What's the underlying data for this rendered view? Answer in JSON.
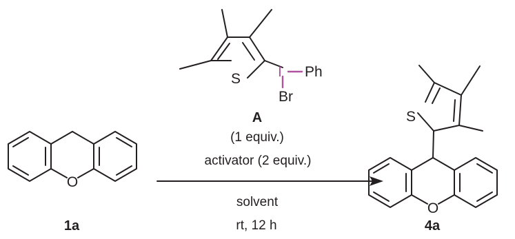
{
  "reagent": {
    "atoms": {
      "sulfur": "S",
      "iodine": "I",
      "phenyl": "Ph",
      "bromine": "Br"
    },
    "label": "A",
    "amount": "(1 equiv.)"
  },
  "conditions": {
    "activator": "activator (2 equiv.)",
    "solvent": "solvent",
    "temperature_time": "rt, 12 h"
  },
  "starting_material": {
    "label": "1a",
    "oxygen": "O"
  },
  "product": {
    "label": "4a",
    "oxygen": "O",
    "sulfur": "S"
  },
  "colors": {
    "ink": "#231f20",
    "iodine": "#b0539e"
  }
}
